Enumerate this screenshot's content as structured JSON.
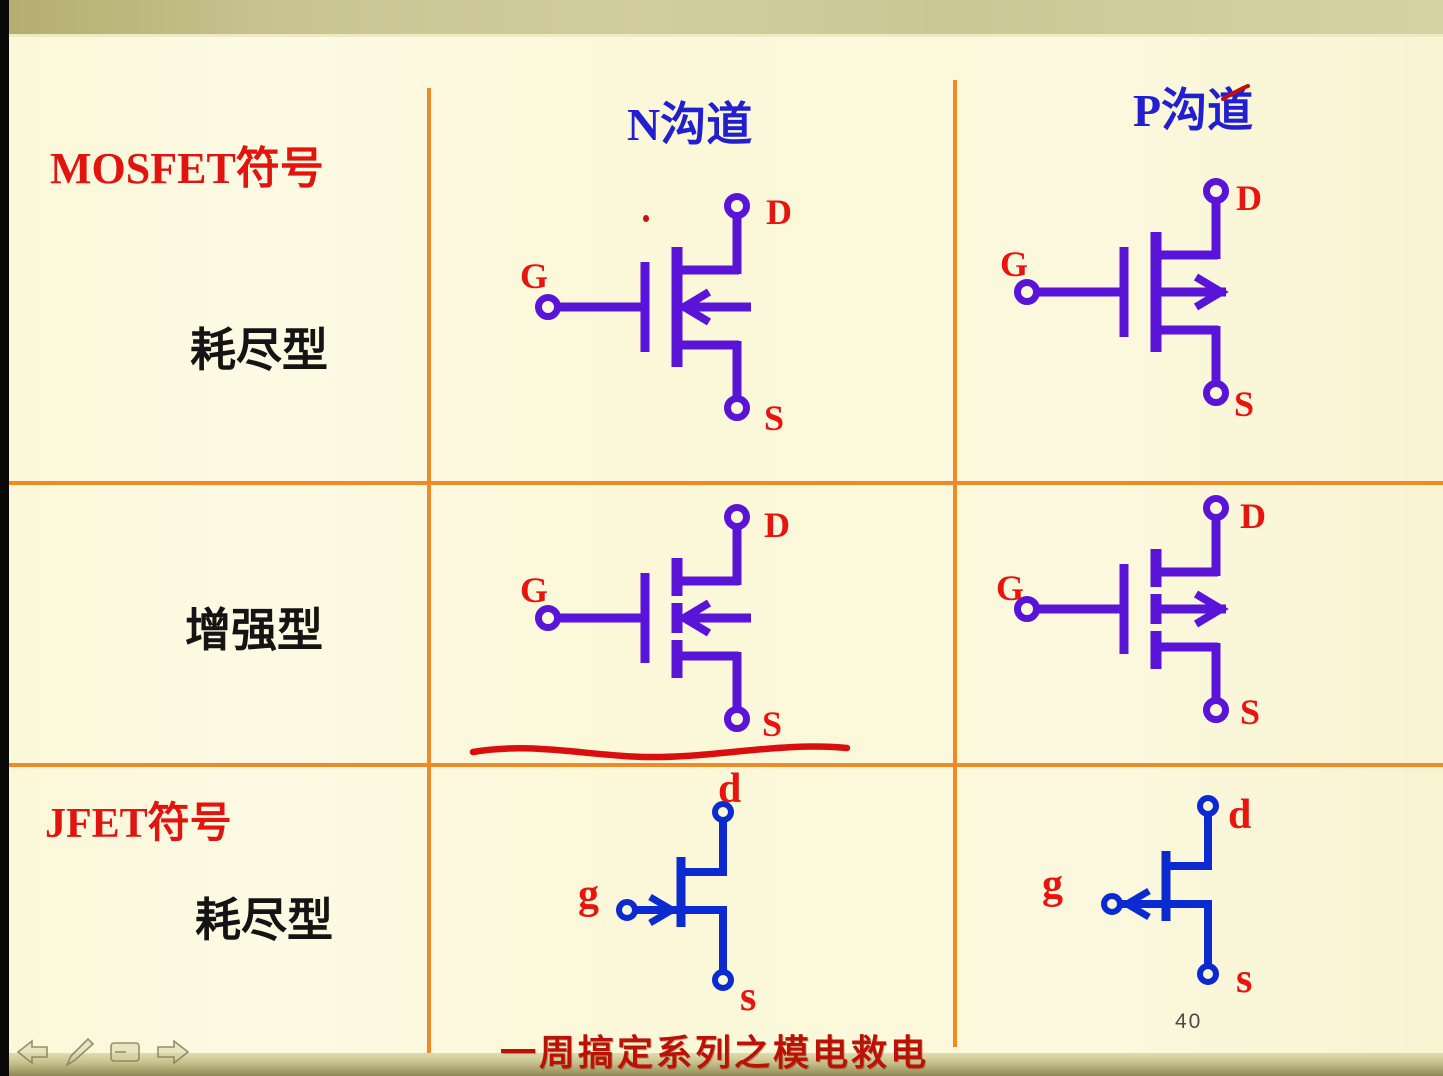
{
  "colors": {
    "mosfet_purple": "#5a14d8",
    "jfet_blue": "#0b2bd0",
    "terminal_red": "#e8150f",
    "header_blue": "#211fd0",
    "title_red": "#e2140e",
    "row_label_black": "#141414",
    "grid_orange": "#f08a28",
    "annotation_red": "#d90f0f",
    "banner_red": "#bb1206",
    "page_number_gray": "#4a4a48"
  },
  "headers": {
    "mosfet_section": "MOSFET符号",
    "jfet_section": "JFET符号",
    "n_channel": "N沟道",
    "p_channel": "P沟道"
  },
  "row_labels": {
    "mosfet_depletion": "耗尽型",
    "mosfet_enhancement": "增强型",
    "jfet_depletion": "耗尽型"
  },
  "symbols": {
    "mosfet_depletion_n": {
      "gate": "G",
      "drain": "D",
      "source": "S"
    },
    "mosfet_depletion_p": {
      "gate": "G",
      "drain": "D",
      "source": "S"
    },
    "mosfet_enhancement_n": {
      "gate": "G",
      "drain": "D",
      "source": "S"
    },
    "mosfet_enhancement_p": {
      "gate": "G",
      "drain": "D",
      "source": "S"
    },
    "jfet_depletion_n": {
      "gate": "g",
      "drain": "d",
      "source": "s"
    },
    "jfet_depletion_p": {
      "gate": "g",
      "drain": "d",
      "source": "s"
    }
  },
  "footer": {
    "banner_text": "一周搞定系列之模电救电",
    "page_number": "40"
  }
}
